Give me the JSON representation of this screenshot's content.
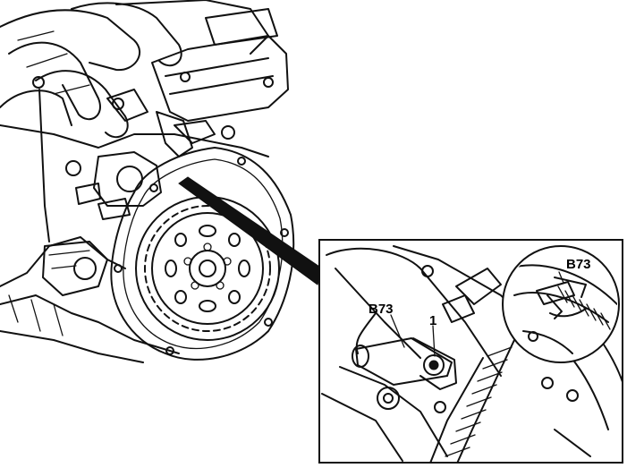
{
  "callouts": {
    "sensor_label": "B73",
    "bolt_label": "1",
    "inset_sensor_label": "B73"
  },
  "colors": {
    "line": "#111111",
    "background": "#ffffff"
  }
}
